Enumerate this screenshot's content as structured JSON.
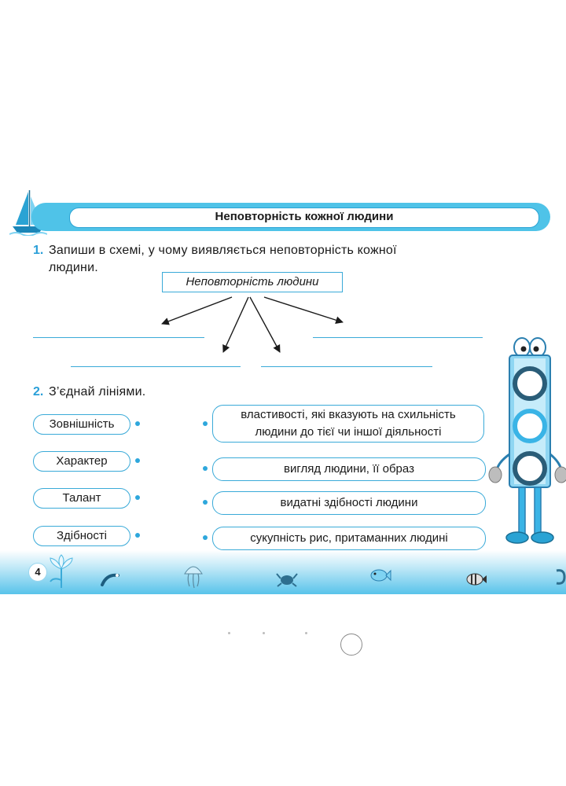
{
  "banner": {
    "title": "Неповторність кожної людини"
  },
  "task1": {
    "number": "1.",
    "line1": "Запиши в схемі, у чому виявляється неповторність кожної",
    "line2": "людини.",
    "scheme_label": "Неповторність людини"
  },
  "task2": {
    "number": "2.",
    "instruction": "З’єднай лініями.",
    "terms": [
      "Зовнішність",
      "Характер",
      "Талант",
      "Здібності"
    ],
    "definitions": [
      {
        "line1": "властивості, які вказують на схильність",
        "line2": "людини до тієї чи іншої діяльності"
      },
      {
        "line1": "вигляд людини, її образ"
      },
      {
        "line1": "видатні здібності людини"
      },
      {
        "line1": "сукупність рис, притаманних людині"
      }
    ]
  },
  "footer": {
    "page_number": "4"
  },
  "icons": [
    "sailboat-icon",
    "traffic-light-character",
    "flower-icon",
    "shrimp-icon",
    "jellyfish-icon",
    "crab-icon",
    "fish-icon",
    "home-button-icon"
  ],
  "colors": {
    "accent": "#3aaad8",
    "banner": "#4fc3e8",
    "number": "#2a9fd8"
  }
}
